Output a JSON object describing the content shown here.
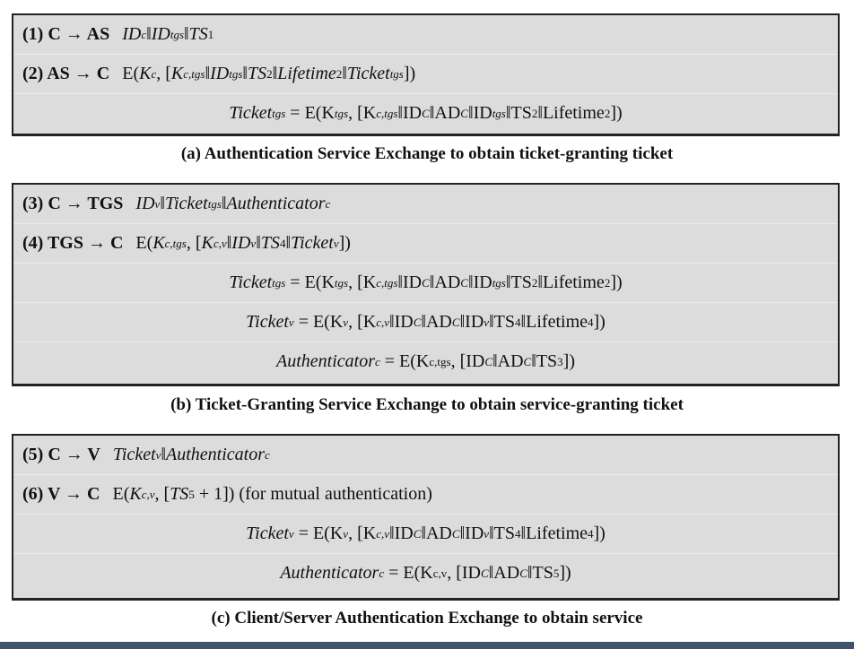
{
  "panels": [
    {
      "caption": "(a) Authentication Service Exchange to obtain ticket-granting ticket",
      "rows": [
        {
          "align": "left",
          "tokens": [
            [
              "(1) C → AS",
              "b"
            ],
            [
              "ID",
              "i"
            ],
            [
              "c",
              "si"
            ],
            [
              "‖",
              ""
            ],
            [
              "ID",
              "i"
            ],
            [
              "tgs",
              "si"
            ],
            [
              "‖",
              ""
            ],
            [
              "TS",
              "i"
            ],
            [
              "1",
              "s"
            ]
          ]
        },
        {
          "align": "left",
          "tokens": [
            [
              "(2) AS → C",
              "b"
            ],
            [
              "E(",
              ""
            ],
            [
              "K",
              "i"
            ],
            [
              "c",
              "si"
            ],
            [
              ", [",
              ""
            ],
            [
              "K",
              "i"
            ],
            [
              "c,tgs",
              "si"
            ],
            [
              "‖",
              ""
            ],
            [
              "ID",
              "i"
            ],
            [
              "tgs",
              "si"
            ],
            [
              "‖",
              ""
            ],
            [
              "TS",
              "i"
            ],
            [
              "2",
              "s"
            ],
            [
              "‖",
              ""
            ],
            [
              "Lifetime",
              "i"
            ],
            [
              "2",
              "s"
            ],
            [
              "‖",
              ""
            ],
            [
              "Ticket",
              "i"
            ],
            [
              "tgs",
              "si"
            ],
            [
              "])",
              ""
            ]
          ]
        },
        {
          "align": "center",
          "tokens": [
            [
              "Ticket",
              "i"
            ],
            [
              "tgs",
              "si"
            ],
            [
              " = E(K",
              ""
            ],
            [
              "tgs",
              "si"
            ],
            [
              ", [K",
              ""
            ],
            [
              "c,tgs",
              "si"
            ],
            [
              "‖ID",
              ""
            ],
            [
              "C",
              "si"
            ],
            [
              "‖AD",
              ""
            ],
            [
              "C",
              "si"
            ],
            [
              "‖ID",
              ""
            ],
            [
              "tgs",
              "si"
            ],
            [
              "‖TS",
              ""
            ],
            [
              "2",
              "s"
            ],
            [
              "‖Lifetime",
              ""
            ],
            [
              "2",
              "s"
            ],
            [
              "])",
              ""
            ]
          ]
        }
      ]
    },
    {
      "caption": "(b) Ticket-Granting Service Exchange to obtain service-granting ticket",
      "rows": [
        {
          "align": "left",
          "tokens": [
            [
              "(3) C → TGS",
              "b"
            ],
            [
              "ID",
              "i"
            ],
            [
              "v",
              "si"
            ],
            [
              "‖",
              ""
            ],
            [
              "Ticket",
              "i"
            ],
            [
              "tgs",
              "si"
            ],
            [
              "‖",
              ""
            ],
            [
              "Authenticator",
              "i"
            ],
            [
              "c",
              "si"
            ]
          ]
        },
        {
          "align": "left",
          "tokens": [
            [
              "(4) TGS → C",
              "b"
            ],
            [
              "E(",
              ""
            ],
            [
              "K",
              "i"
            ],
            [
              "c,tgs",
              "si"
            ],
            [
              ", [",
              ""
            ],
            [
              "K",
              "i"
            ],
            [
              "c,v",
              "si"
            ],
            [
              "‖",
              ""
            ],
            [
              "ID",
              "i"
            ],
            [
              "v",
              "si"
            ],
            [
              "‖",
              ""
            ],
            [
              "TS",
              "i"
            ],
            [
              "4",
              "s"
            ],
            [
              "‖",
              ""
            ],
            [
              "Ticket",
              "i"
            ],
            [
              "v",
              "si"
            ],
            [
              "])",
              ""
            ]
          ]
        },
        {
          "align": "center",
          "tokens": [
            [
              "Ticket",
              "i"
            ],
            [
              "tgs",
              "si"
            ],
            [
              " = E(K",
              ""
            ],
            [
              "tgs",
              "si"
            ],
            [
              ", [K",
              ""
            ],
            [
              "c,tgs",
              "si"
            ],
            [
              "‖ID",
              ""
            ],
            [
              "C",
              "si"
            ],
            [
              "‖AD",
              ""
            ],
            [
              "C",
              "si"
            ],
            [
              "‖ID",
              ""
            ],
            [
              "tgs",
              "si"
            ],
            [
              "‖TS",
              ""
            ],
            [
              "2",
              "s"
            ],
            [
              "‖Lifetime",
              ""
            ],
            [
              "2",
              "s"
            ],
            [
              "])",
              ""
            ]
          ]
        },
        {
          "align": "center",
          "tokens": [
            [
              "Ticket",
              "i"
            ],
            [
              "v",
              "si"
            ],
            [
              " = E(K",
              ""
            ],
            [
              "v",
              "si"
            ],
            [
              ", [K",
              ""
            ],
            [
              "c,v",
              "si"
            ],
            [
              "‖ID",
              ""
            ],
            [
              "C",
              "si"
            ],
            [
              "‖AD",
              ""
            ],
            [
              "C",
              "si"
            ],
            [
              "‖ID",
              ""
            ],
            [
              "v",
              "si"
            ],
            [
              "‖TS",
              ""
            ],
            [
              "4",
              "s"
            ],
            [
              "‖Lifetime",
              ""
            ],
            [
              "4",
              "s"
            ],
            [
              "])",
              ""
            ]
          ]
        },
        {
          "align": "center",
          "tokens": [
            [
              "Authenticator",
              "i"
            ],
            [
              "c",
              "si"
            ],
            [
              " = E(K",
              ""
            ],
            [
              "c,tgs",
              "s"
            ],
            [
              ", [ID",
              ""
            ],
            [
              "C",
              "si"
            ],
            [
              "‖AD",
              ""
            ],
            [
              "C",
              "si"
            ],
            [
              "‖TS",
              ""
            ],
            [
              "3",
              "s"
            ],
            [
              "])",
              ""
            ]
          ]
        }
      ]
    },
    {
      "caption": "(c) Client/Server Authentication Exchange to obtain service",
      "rows": [
        {
          "align": "left",
          "tokens": [
            [
              "(5) C → V",
              "b"
            ],
            [
              "Ticket",
              "i"
            ],
            [
              "v",
              "si"
            ],
            [
              "‖",
              ""
            ],
            [
              "Authenticator",
              "i"
            ],
            [
              "c",
              "si"
            ]
          ]
        },
        {
          "align": "left",
          "tokens": [
            [
              "(6) V → C",
              "b"
            ],
            [
              "E(",
              ""
            ],
            [
              "K",
              "i"
            ],
            [
              "c,v",
              "si"
            ],
            [
              ", [",
              ""
            ],
            [
              "TS",
              "i"
            ],
            [
              "5",
              "s"
            ],
            [
              " + 1]) (for mutual authentication)",
              ""
            ]
          ]
        },
        {
          "align": "center",
          "tokens": [
            [
              "Ticket",
              "i"
            ],
            [
              "v",
              "si"
            ],
            [
              " = E(K",
              ""
            ],
            [
              "v",
              "si"
            ],
            [
              ", [K",
              ""
            ],
            [
              "c,v",
              "si"
            ],
            [
              "‖ID",
              ""
            ],
            [
              "C",
              "si"
            ],
            [
              "‖AD",
              ""
            ],
            [
              "C",
              "si"
            ],
            [
              "‖ID",
              ""
            ],
            [
              "v",
              "si"
            ],
            [
              "‖TS",
              ""
            ],
            [
              "4",
              "s"
            ],
            [
              "‖Lifetime",
              ""
            ],
            [
              "4",
              "s"
            ],
            [
              "])",
              ""
            ]
          ]
        },
        {
          "align": "center",
          "tokens": [
            [
              "Authenticator",
              "i"
            ],
            [
              "c",
              "si"
            ],
            [
              " = E(K",
              ""
            ],
            [
              "c,v",
              "s"
            ],
            [
              ", [ID",
              ""
            ],
            [
              "C",
              "si"
            ],
            [
              "‖AD",
              ""
            ],
            [
              "C",
              "si"
            ],
            [
              "‖TS",
              ""
            ],
            [
              "5",
              "s"
            ],
            [
              "])",
              ""
            ]
          ]
        }
      ]
    }
  ]
}
